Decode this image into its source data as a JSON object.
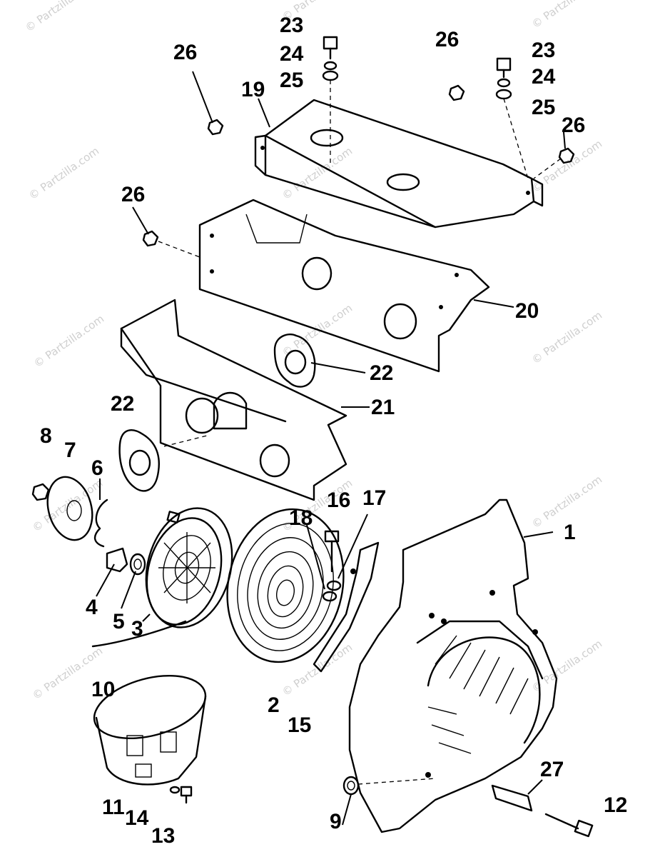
{
  "watermark": "© Partzilla.com",
  "labels": {
    "n1": "1",
    "n2": "2",
    "n3": "3",
    "n4": "4",
    "n5": "5",
    "n6": "6",
    "n7": "7",
    "n8": "8",
    "n9": "9",
    "n10": "10",
    "n11": "11",
    "n12": "12",
    "n13": "13",
    "n14": "14",
    "n15": "15",
    "n16": "16",
    "n17": "17",
    "n18": "18",
    "n19": "19",
    "n20": "20",
    "n21": "21",
    "n22a": "22",
    "n22b": "22",
    "n23a": "23",
    "n23b": "23",
    "n24a": "24",
    "n24b": "24",
    "n25a": "25",
    "n25b": "25",
    "n26a": "26",
    "n26b": "26",
    "n26c": "26",
    "n26d": "26",
    "n27": "27"
  }
}
